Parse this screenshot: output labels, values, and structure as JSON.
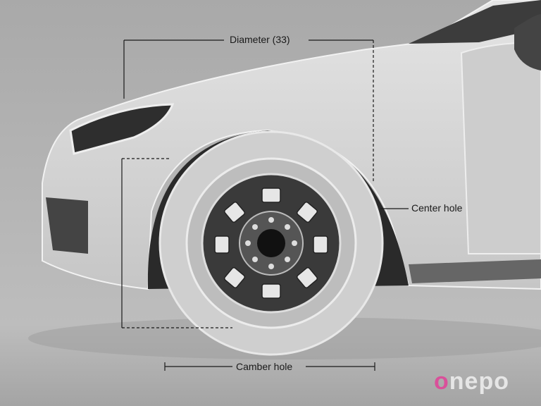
{
  "labels": {
    "diameter": "Diameter (33)",
    "center_hole": "Center hole",
    "camber_hole": "Camber hole"
  },
  "watermark": {
    "first_letter": "o",
    "rest": "nepo",
    "text": "onepo"
  },
  "colors": {
    "background": "#b3b3b3",
    "car_body": "#d4d4d4",
    "tire": "#cfcfcf",
    "rim": "#3a3a3a",
    "logo_accent": "#d9509a"
  }
}
